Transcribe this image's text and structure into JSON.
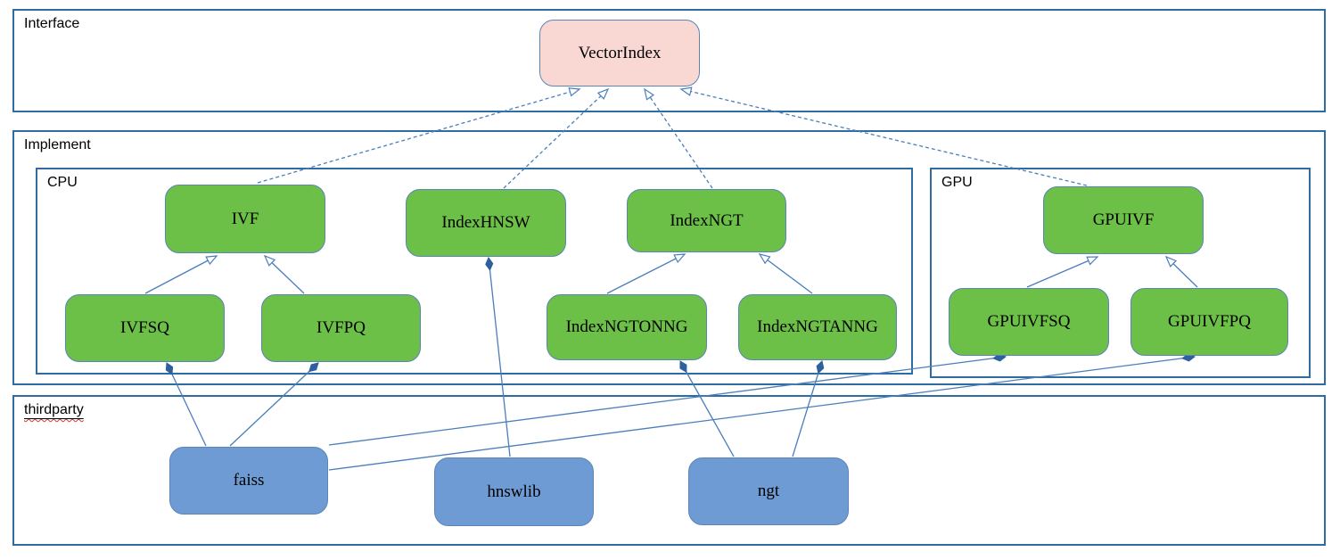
{
  "diagram": {
    "containers": {
      "interface": {
        "label": "Interface"
      },
      "implement": {
        "label": "Implement"
      },
      "cpu": {
        "label": "CPU"
      },
      "gpu": {
        "label": "GPU"
      },
      "thirdparty": {
        "label": "thirdparty",
        "spellcheck_squiggle": true
      }
    },
    "nodes": {
      "vectorindex": {
        "label": "VectorIndex",
        "group": "interface",
        "fill": "#f9d8d4"
      },
      "ivf": {
        "label": "IVF",
        "group": "cpu",
        "fill": "#6cbf47"
      },
      "indexhnsw": {
        "label": "IndexHNSW",
        "group": "cpu",
        "fill": "#6cbf47"
      },
      "indexngt": {
        "label": "IndexNGT",
        "group": "cpu",
        "fill": "#6cbf47"
      },
      "ivfsq": {
        "label": "IVFSQ",
        "group": "cpu",
        "fill": "#6cbf47"
      },
      "ivfpq": {
        "label": "IVFPQ",
        "group": "cpu",
        "fill": "#6cbf47"
      },
      "indexngtonng": {
        "label": "IndexNGTONNG",
        "group": "cpu",
        "fill": "#6cbf47"
      },
      "indexngtanng": {
        "label": "IndexNGTANNG",
        "group": "cpu",
        "fill": "#6cbf47"
      },
      "gpuivf": {
        "label": "GPUIVF",
        "group": "gpu",
        "fill": "#6cbf47"
      },
      "gpuivfsq": {
        "label": "GPUIVFSQ",
        "group": "gpu",
        "fill": "#6cbf47"
      },
      "gpuivfpq": {
        "label": "GPUIVFPQ",
        "group": "gpu",
        "fill": "#6cbf47"
      },
      "faiss": {
        "label": "faiss",
        "group": "thirdparty",
        "fill": "#6f9bd4"
      },
      "hnswlib": {
        "label": "hnswlib",
        "group": "thirdparty",
        "fill": "#6f9bd4"
      },
      "ngt": {
        "label": "ngt",
        "group": "thirdparty",
        "fill": "#6f9bd4"
      }
    },
    "edges": [
      {
        "from": "ivf",
        "to": "vectorindex",
        "type": "inheritance",
        "style": "dashed",
        "marker": "open-arrow"
      },
      {
        "from": "indexhnsw",
        "to": "vectorindex",
        "type": "inheritance",
        "style": "dashed",
        "marker": "open-arrow"
      },
      {
        "from": "indexngt",
        "to": "vectorindex",
        "type": "inheritance",
        "style": "dashed",
        "marker": "open-arrow"
      },
      {
        "from": "gpuivf",
        "to": "vectorindex",
        "type": "inheritance",
        "style": "dashed",
        "marker": "open-arrow"
      },
      {
        "from": "ivfsq",
        "to": "ivf",
        "type": "generalization",
        "style": "solid",
        "marker": "open-arrow"
      },
      {
        "from": "ivfpq",
        "to": "ivf",
        "type": "generalization",
        "style": "solid",
        "marker": "open-arrow"
      },
      {
        "from": "indexngtonng",
        "to": "indexngt",
        "type": "generalization",
        "style": "solid",
        "marker": "open-arrow"
      },
      {
        "from": "indexngtanng",
        "to": "indexngt",
        "type": "generalization",
        "style": "solid",
        "marker": "open-arrow"
      },
      {
        "from": "gpuivfsq",
        "to": "gpuivf",
        "type": "generalization",
        "style": "solid",
        "marker": "open-arrow"
      },
      {
        "from": "gpuivfpq",
        "to": "gpuivf",
        "type": "generalization",
        "style": "solid",
        "marker": "open-arrow"
      },
      {
        "from": "hnswlib",
        "to": "indexhnsw",
        "type": "composition",
        "style": "solid",
        "marker": "filled-diamond"
      },
      {
        "from": "faiss",
        "to": "ivfsq",
        "type": "composition",
        "style": "solid",
        "marker": "filled-diamond"
      },
      {
        "from": "faiss",
        "to": "ivfpq",
        "type": "composition",
        "style": "solid",
        "marker": "filled-diamond"
      },
      {
        "from": "faiss",
        "to": "gpuivfsq",
        "type": "composition",
        "style": "solid",
        "marker": "filled-diamond"
      },
      {
        "from": "faiss",
        "to": "gpuivfpq",
        "type": "composition",
        "style": "solid",
        "marker": "filled-diamond"
      },
      {
        "from": "ngt",
        "to": "indexngtonng",
        "type": "composition",
        "style": "solid",
        "marker": "filled-diamond"
      },
      {
        "from": "ngt",
        "to": "indexngtanng",
        "type": "composition",
        "style": "solid",
        "marker": "filled-diamond"
      }
    ],
    "colors": {
      "node_green": "#6cbf47",
      "node_pink": "#f9d8d4",
      "node_blue": "#6f9bd4",
      "node_border": "#5b84b8",
      "container_border": "#2e6da4",
      "connector": "#4a7ebb",
      "diamond_fill": "#2e5f9e",
      "spellcheck_squiggle": "#d03a2b",
      "text": "#000000",
      "background": "#ffffff"
    }
  }
}
